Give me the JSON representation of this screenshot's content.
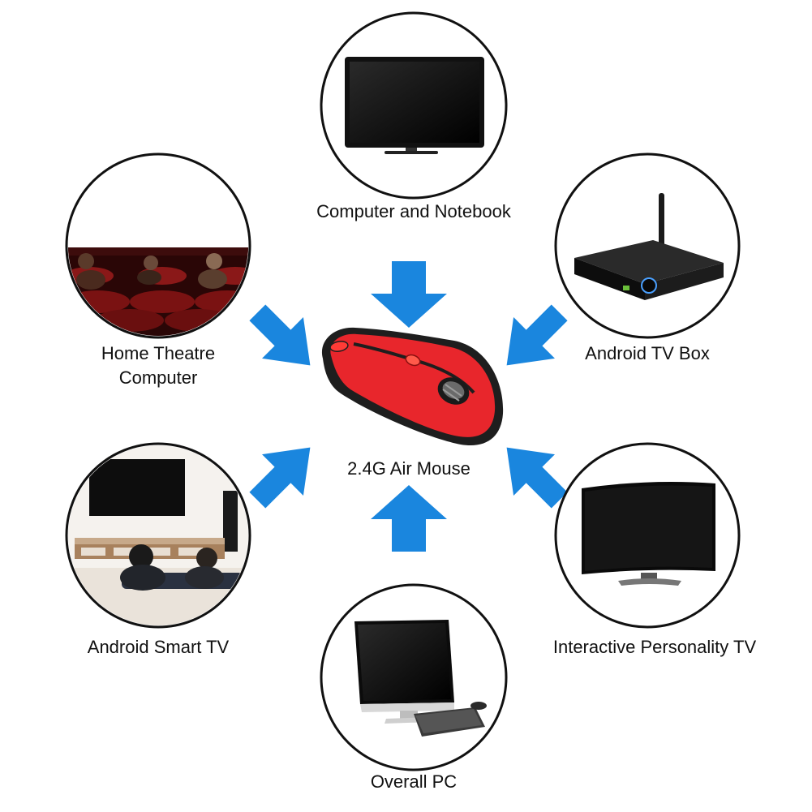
{
  "center": {
    "label": "2.4G Air Mouse",
    "icon": "air-mouse-icon"
  },
  "devices": [
    {
      "id": "computer",
      "label": "Computer and Notebook",
      "icon": "monitor-icon"
    },
    {
      "id": "home-theatre",
      "label_line1": "Home Theatre",
      "label_line2": "Computer",
      "icon": "cinema-icon"
    },
    {
      "id": "android-tv-box",
      "label": "Android TV Box",
      "icon": "tv-box-icon"
    },
    {
      "id": "android-smart-tv",
      "label": "Android Smart TV",
      "icon": "living-room-tv-icon"
    },
    {
      "id": "interactive-tv",
      "label": "Interactive Personality TV",
      "icon": "curved-tv-icon"
    },
    {
      "id": "overall-pc",
      "label": "Overall PC",
      "icon": "desktop-pc-icon"
    }
  ],
  "colors": {
    "arrow": "#1a86de",
    "mouse_body": "#e8262c",
    "mouse_trim": "#202020",
    "circle_stroke": "#111111",
    "screen": "#0a0a0a",
    "theatre_seat": "#7a1212"
  }
}
